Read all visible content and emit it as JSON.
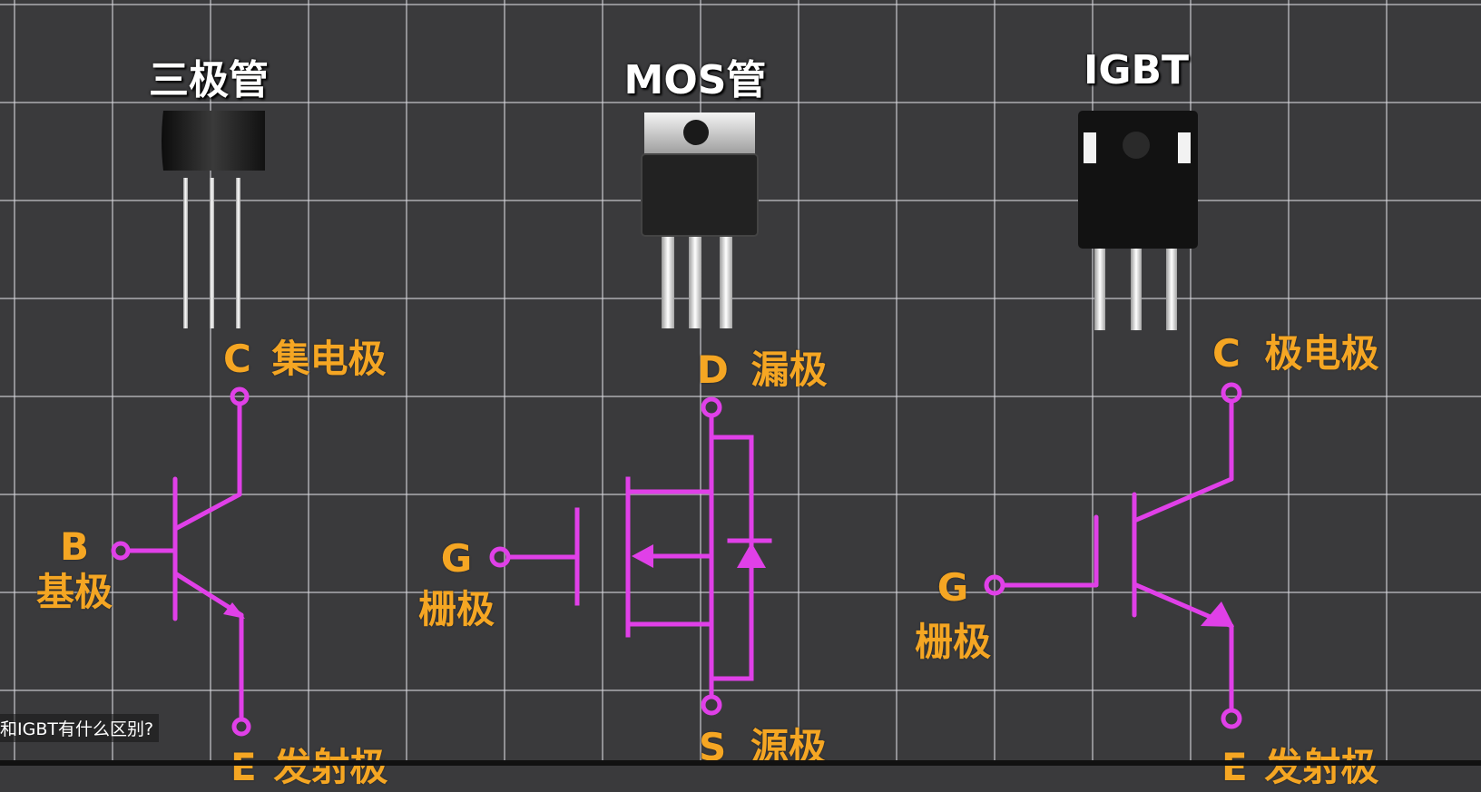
{
  "columns": {
    "bjt": {
      "title": "三极管",
      "collector": {
        "letter": "C",
        "name": "集电极"
      },
      "base": {
        "letter": "B",
        "name": "基极"
      },
      "emitter": {
        "letter": "E",
        "name": "发射极"
      }
    },
    "mos": {
      "title": "MOS管",
      "drain": {
        "letter": "D",
        "name": "漏极"
      },
      "gate": {
        "letter": "G",
        "name": "栅极"
      },
      "source": {
        "letter": "S",
        "name": "源极"
      }
    },
    "igbt": {
      "title": "IGBT",
      "collector": {
        "letter": "C",
        "name": "极电极"
      },
      "gate": {
        "letter": "G",
        "name": "栅极"
      },
      "emitter": {
        "letter": "E",
        "name": "发射极"
      }
    }
  },
  "caption": "和IGBT有什么区别?",
  "colors": {
    "background": "#3a3a3c",
    "grid": "#d7d7dc",
    "symbol": "#e040e8",
    "label": "#f5a623",
    "title": "#ffffff"
  }
}
